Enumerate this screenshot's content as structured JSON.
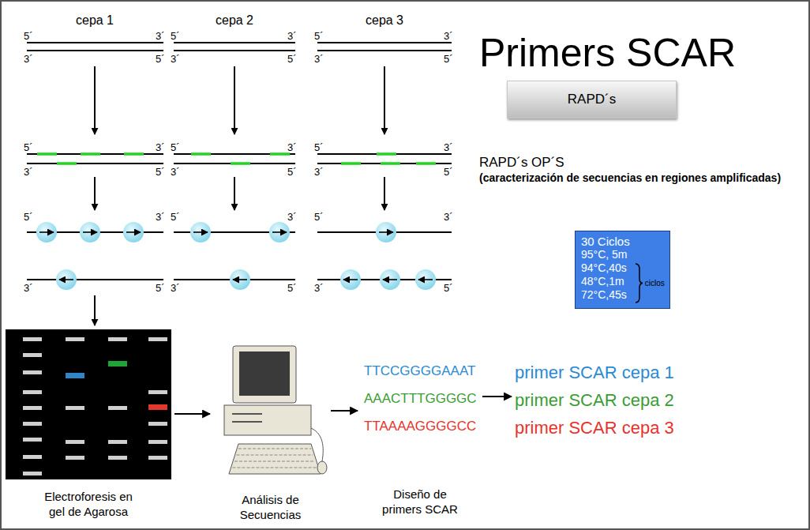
{
  "diagram": {
    "title": "Primers SCAR",
    "nodes": [
      {
        "text": [
          "RAPD´s"
        ]
      },
      {
        "text": [
          "30 Ciclos",
          "95°C, 5m",
          "94°C,40s",
          "48°C,1m",
          "72°C,45s",
          "ciclos"
        ]
      },
      {
        "text": [
          "Electroforesis en gel de Agarosa"
        ]
      },
      {
        "text": [
          "Análisis de Secuencias"
        ]
      },
      {
        "text": [
          "TTCCGGGGAAAT",
          "AAACTTTGGGGC",
          "TTAAAAGGGGCC",
          "Diseño de primers SCAR"
        ]
      },
      {
        "text": [
          "primer SCAR cepa 1",
          "primer SCAR cepa 2",
          "primer SCAR cepa 3"
        ]
      }
    ],
    "edges": [
      {
        "from": 2,
        "to": 3,
        "arrow": "to"
      },
      {
        "from": 3,
        "to": 4,
        "arrow": "to"
      },
      {
        "from": 4,
        "to": 5,
        "arrow": "to"
      }
    ],
    "labels": [
      "cepa 1",
      "cepa 2",
      "cepa 3",
      "5´",
      "3´",
      "3´",
      "5´",
      "5´",
      "3´",
      "3´",
      "5´",
      "5´",
      "3´",
      "3´",
      "5´",
      "5´",
      "3´",
      "3´",
      "5´",
      "5´",
      "3´",
      "3´",
      "5´",
      "5´",
      "3´",
      "3´",
      "5´",
      "5´",
      "3´",
      "3´",
      "5´",
      "5´",
      "3´",
      "3´",
      "5´",
      "5´",
      "3´",
      "3´",
      "5´",
      "RAPD´s OP´S",
      "(caracterización de secuencias en regiones amplificadas)"
    ]
  }
}
